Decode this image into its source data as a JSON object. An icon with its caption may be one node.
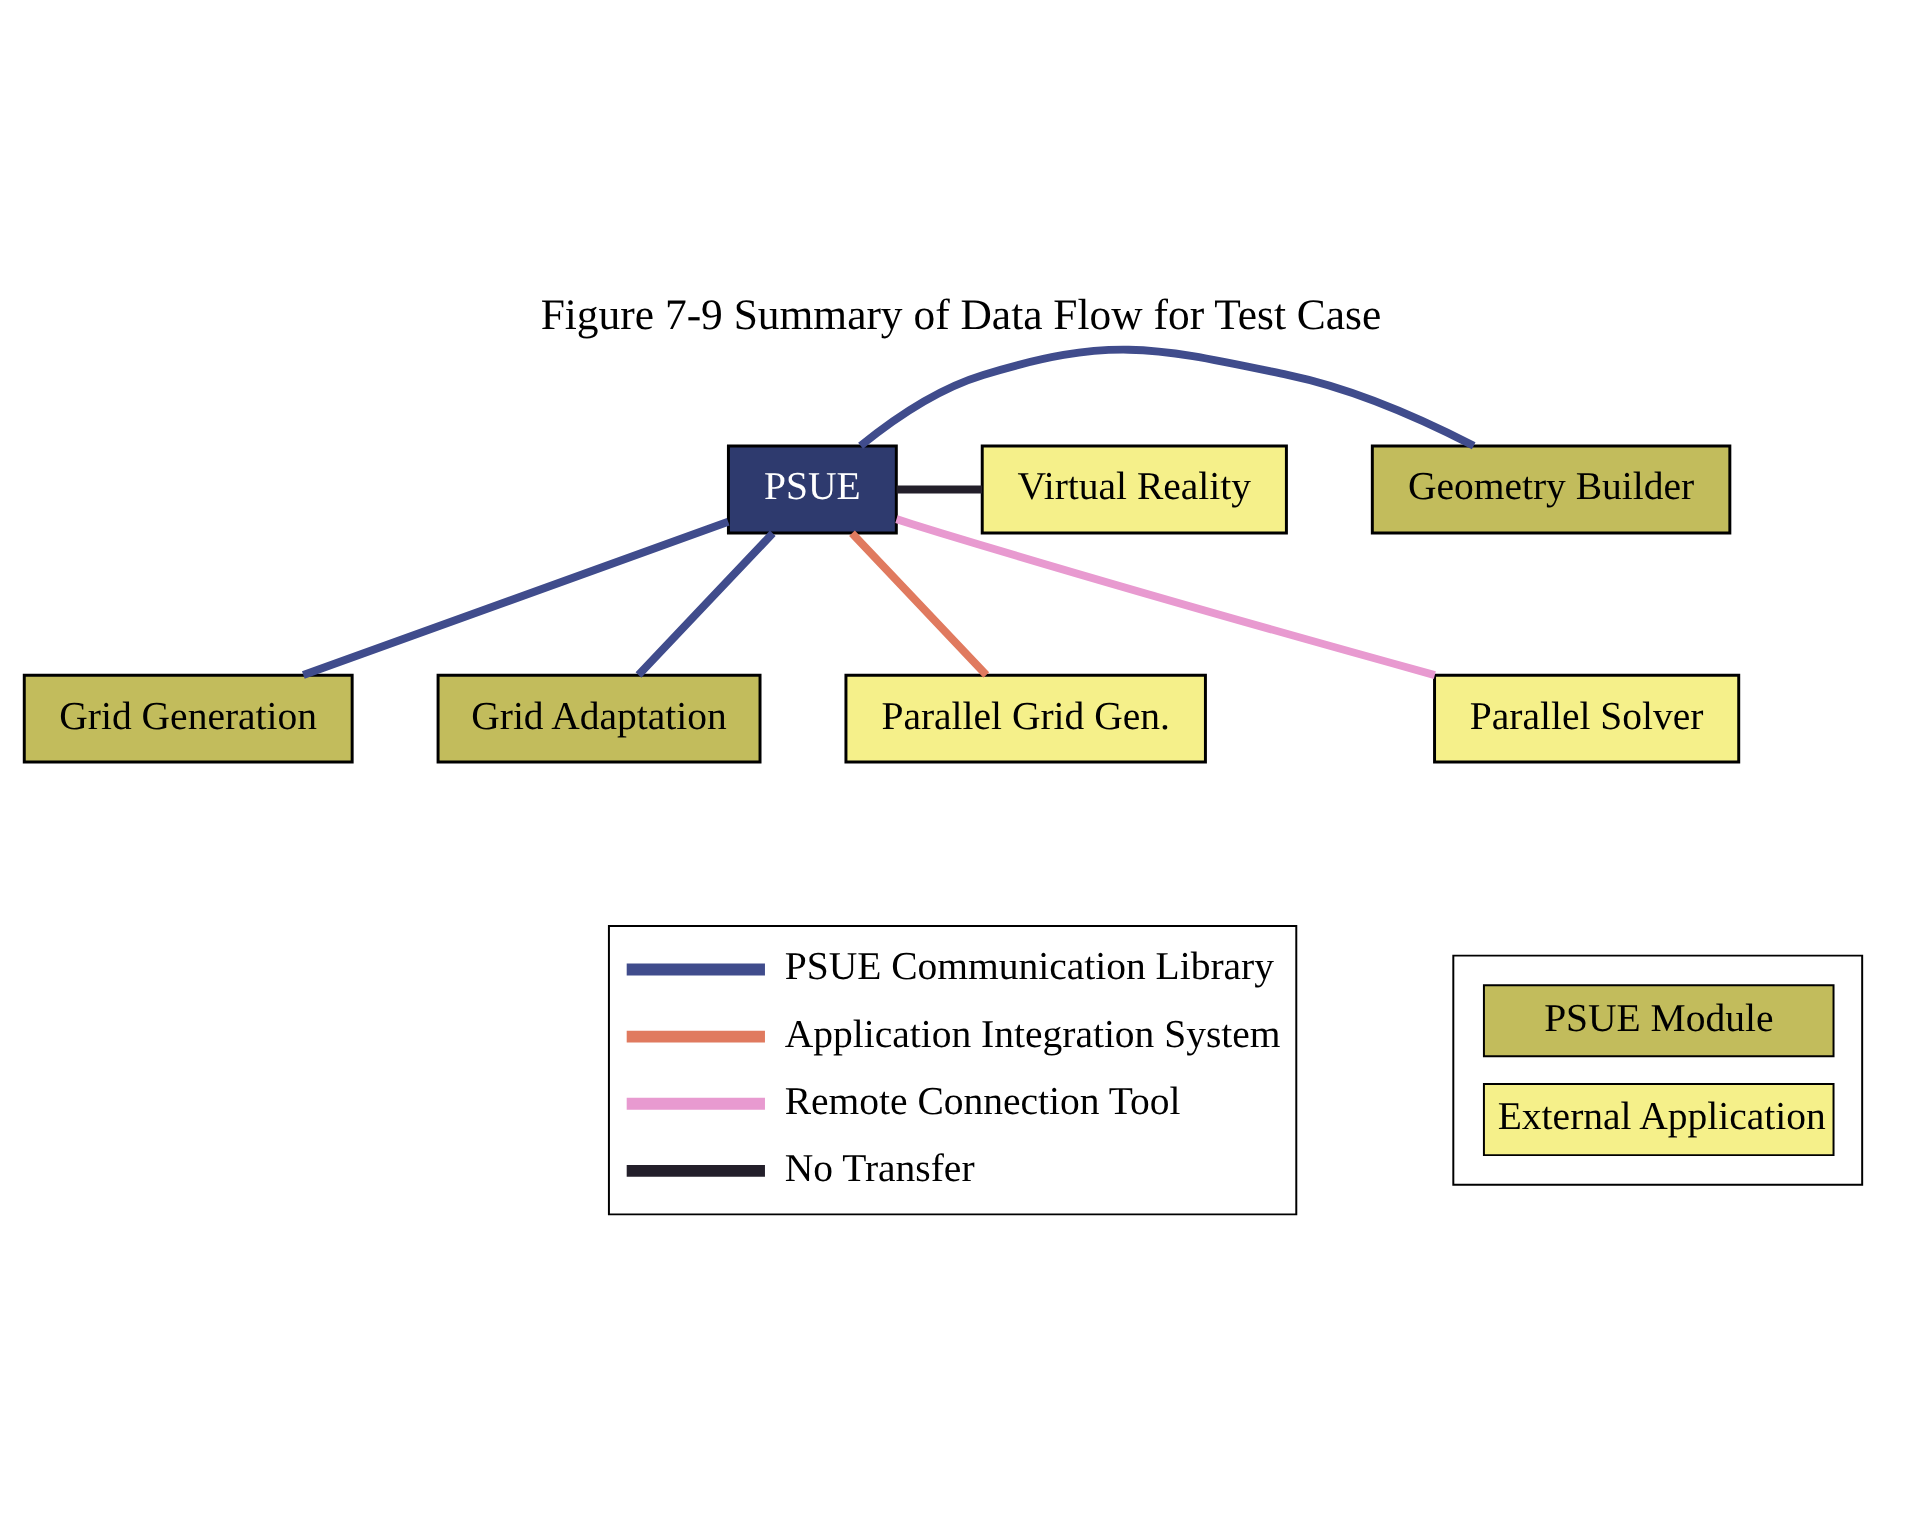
{
  "diagram": {
    "title": "Figure 7-9 Summary of Data Flow for Test Case",
    "nodes": [
      {
        "text": [
          "Geometry Builder"
        ]
      },
      {
        "text": [
          "Virtual Reality"
        ]
      },
      {
        "text": [
          "PSUE"
        ]
      },
      {
        "text": [
          "Grid Generation"
        ]
      },
      {
        "text": [
          "Grid Adaptation"
        ]
      },
      {
        "text": [
          "Parallel Grid Gen."
        ]
      },
      {
        "text": [
          "Parallel Solver"
        ]
      }
    ],
    "edges": [
      {
        "from": 2,
        "to": 0,
        "arrow": "none"
      },
      {
        "from": 2,
        "to": 1,
        "arrow": "none",
        "color": "#231f2a"
      },
      {
        "from": 2,
        "to": 3,
        "arrow": "none"
      },
      {
        "from": 2,
        "to": 4,
        "arrow": "none"
      },
      {
        "from": 2,
        "to": 5,
        "arrow": "none",
        "color": "#e07a5f"
      },
      {
        "from": 2,
        "to": 6,
        "arrow": "none",
        "color": "#e89ad0"
      }
    ],
    "legend": [
      {
        "text": "PSUE Communication Library",
        "color": "#404c8c"
      },
      {
        "text": "Application Integration System",
        "color": "#e07a5f"
      },
      {
        "text": "Remote Connection Tool",
        "color": "#e89ad0"
      },
      {
        "text": "No Transfer",
        "color": "#231f2a"
      },
      {
        "text": "PSUE Module",
        "color": "#c2bc5c"
      },
      {
        "text": "External Application",
        "color": "#f5f08a"
      }
    ]
  }
}
